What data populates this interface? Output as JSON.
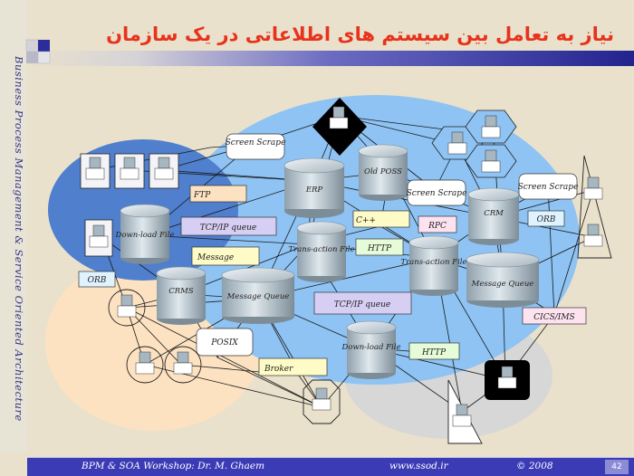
{
  "slide": {
    "title": "نیاز به تعامل بین سیستم های اطلاعاتی در یک سازمان",
    "sidebar_text": "Business Process Management & Service Oriented Architecture",
    "footer": {
      "left": "BPM & SOA Workshop: Dr. M. Ghaem",
      "center": "www.ssod.ir",
      "right": "© 2008",
      "page": "42"
    }
  },
  "diagram": {
    "cylinders": [
      {
        "id": "erp",
        "label": "ERP"
      },
      {
        "id": "old-pos",
        "label": "Old POSS"
      },
      {
        "id": "down-file",
        "label": "Down-load File"
      },
      {
        "id": "trans-file-1",
        "label": "Trans-action File"
      },
      {
        "id": "crm",
        "label": "CRM"
      },
      {
        "id": "crm2",
        "label": "CRMS"
      },
      {
        "id": "message-queue-1",
        "label": "Message Queue"
      },
      {
        "id": "trans-file-2",
        "label": "Trans-action File"
      },
      {
        "id": "message-queue-2",
        "label": "Message Queue"
      },
      {
        "id": "down-file-2",
        "label": "Down-load File"
      }
    ],
    "labels": [
      {
        "id": "screen-scrape-1",
        "text": "Screen Scrape"
      },
      {
        "id": "screen-scrape-2",
        "text": "Screen Scrape"
      },
      {
        "id": "screen-scrape-3",
        "text": "Screen Scrape"
      },
      {
        "id": "ftp",
        "text": "FTP"
      },
      {
        "id": "tcp-queue-1",
        "text": "TCP/IP queue"
      },
      {
        "id": "cpp",
        "text": "C++"
      },
      {
        "id": "rpc",
        "text": "RPC"
      },
      {
        "id": "orb-1",
        "text": "ORB"
      },
      {
        "id": "message",
        "text": "Message"
      },
      {
        "id": "http",
        "text": "HTTP"
      },
      {
        "id": "orb-2",
        "text": "ORB"
      },
      {
        "id": "tcp-queue-2",
        "text": "TCP/IP queue"
      },
      {
        "id": "cics-ims",
        "text": "CICS/IMS"
      },
      {
        "id": "posix",
        "text": "POSIX"
      },
      {
        "id": "https",
        "text": "HTTP"
      },
      {
        "id": "broker",
        "text": "Broker"
      }
    ]
  },
  "colors": {
    "blue_region": "#8ec3f3",
    "dark_blue_region": "#4f7fcd",
    "peach_region": "#fde2c2",
    "gray_region": "#d7d7d7",
    "title": "#e8321c",
    "footer": "#3b3bb5"
  }
}
